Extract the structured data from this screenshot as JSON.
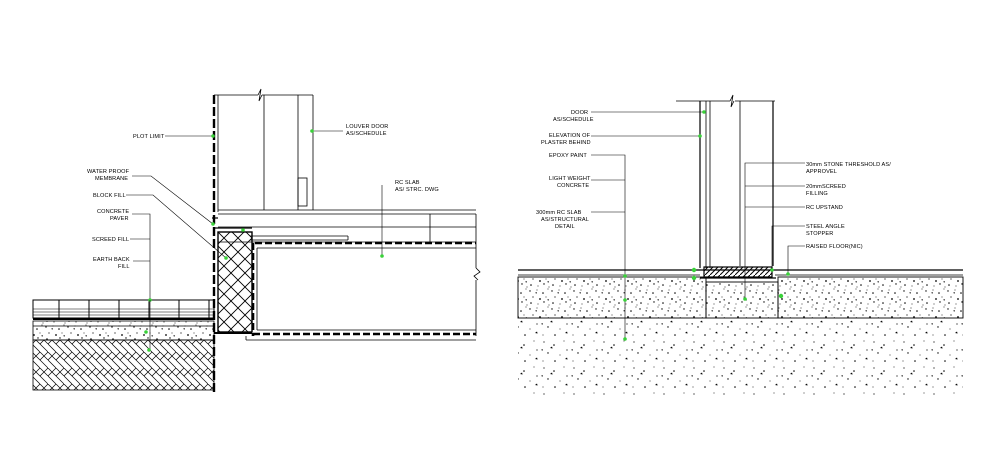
{
  "colors": {
    "line": "#000000",
    "leader_dot": "#3ad13a",
    "background": "#ffffff"
  },
  "left_detail": {
    "labels": {
      "plot_limit": "PLOT LIMIT",
      "louver_door_1": "LOUVER DOOR",
      "louver_door_2": "AS/SCHEDULE",
      "rc_slab_1": "RC SLAB",
      "rc_slab_2": "AS/ STRC. DWG",
      "waterproof_1": "WATER PROOF",
      "waterproof_2": "MEMBRANE",
      "block_fill": "BLOCK FILL",
      "concrete_pavers_1": "CONCRETE",
      "concrete_pavers_2": "PAVER",
      "screed_fill": "SCREED FILL",
      "earth_back_fill_1": "EARTH BACK",
      "earth_back_fill_2": "FILL"
    }
  },
  "right_detail": {
    "labels": {
      "door_1": "DOOR",
      "door_2": "AS/SCHEDULE",
      "elevation_1": "ELEVATION OF",
      "elevation_2": "PLASTER BEHIND",
      "epoxy_paint": "EPOXY PAINT",
      "lightweight_1": "LIGHT WEIGHT",
      "lightweight_2": "CONCRETE",
      "rc_slab_300_1": "300mm RC SLAB",
      "rc_slab_300_2": "AS/STRUCTURAL",
      "rc_slab_300_3": "DETAIL",
      "stone_threshold_1": "30mm STONE THRESHOLD AS/",
      "stone_threshold_2": "APPROVEL",
      "screed_filling_1": "20mmSCREED",
      "screed_filling_2": "FILLING",
      "rc_upstand": "RC UPSTAND",
      "steel_angle_1": "STEEL ANGLE",
      "steel_angle_2": "STOPPER",
      "raised_floor": "RAISED FLOOR(NIC)"
    }
  }
}
